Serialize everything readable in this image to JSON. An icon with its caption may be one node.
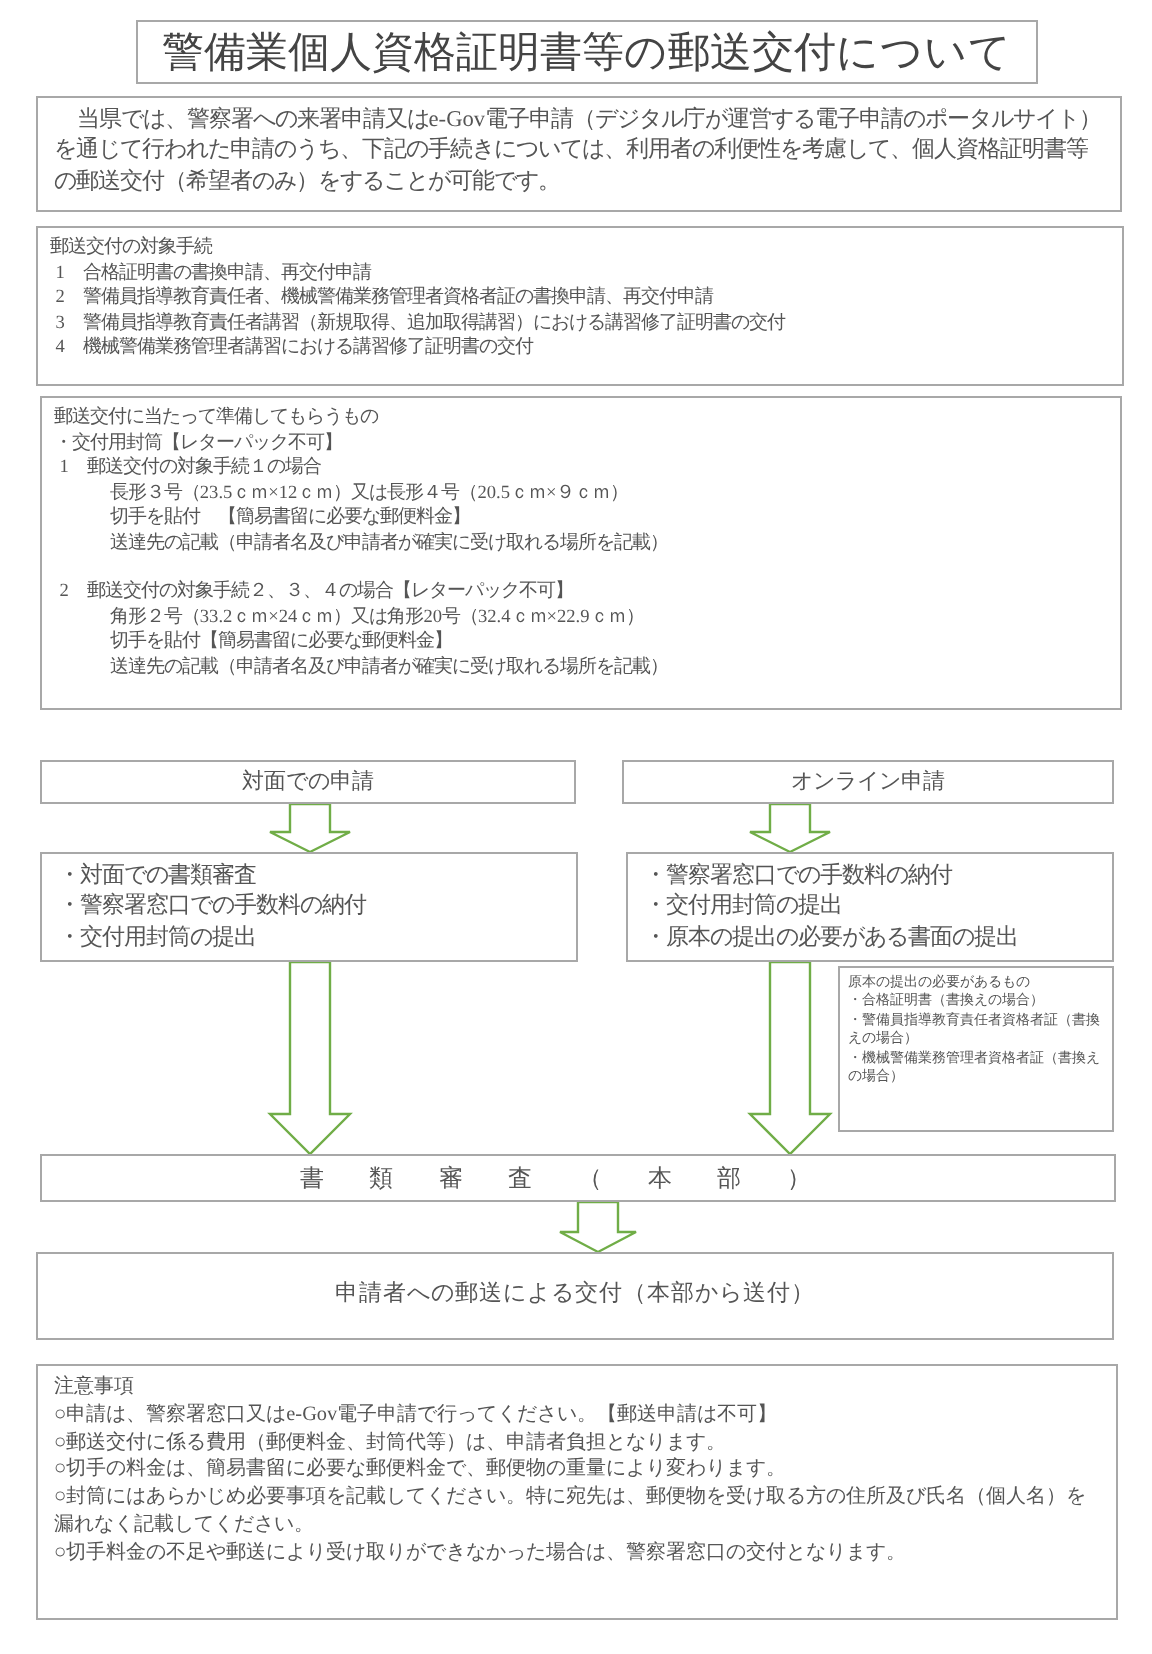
{
  "diagram": {
    "title": "警備業個人資格証明書等の郵送交付について",
    "nodes": [
      {
        "text": [
          "当県では、警察署への来署申請又はe-Gov電子申請（デジタル庁が運営する電子申請のポータルサイト）を通じて行われた申請のうち、下記の手続きについては、利用者の利便性を考慮して、個人資格証明書等の郵送交付（希望者のみ）をすることが可能です。"
        ]
      },
      {
        "text": [
          "郵送交付の対象手続",
          "1　合格証明書の書換申請、再交付申請",
          "2　警備員指導教育責任者、機械警備業務管理者資格者証の書換申請、再交付申請",
          "3　警備員指導教育責任者講習（新規取得、追加取得講習）における講習修了証明書の交付",
          "4　機械警備業務管理者講習における講習修了証明書の交付"
        ]
      },
      {
        "text": [
          "郵送交付に当たって準備してもらうもの",
          "・交付用封筒【レターパック不可】",
          "1　郵送交付の対象手続１の場合",
          "長形３号（23.5ｃｍ×12ｃｍ）又は長形４号（20.5ｃｍ×９ｃｍ）",
          "切手を貼付　【簡易書留に必要な郵便料金】",
          "送達先の記載（申請者名及び申請者が確実に受け取れる場所を記載）",
          "2　郵送交付の対象手続２、３、４の場合【レターパック不可】",
          "角形２号（33.2ｃｍ×24ｃｍ）又は角形20号（32.4ｃｍ×22.9ｃｍ）",
          "切手を貼付【簡易書留に必要な郵便料金】",
          "送達先の記載（申請者名及び申請者が確実に受け取れる場所を記載）"
        ]
      },
      {
        "text": [
          "対面での申請"
        ]
      },
      {
        "text": [
          "オンライン申請"
        ]
      },
      {
        "text": [
          "・対面での書類審査",
          "・警察署窓口での手数料の納付",
          "・交付用封筒の提出"
        ]
      },
      {
        "text": [
          "・警察署窓口での手数料の納付",
          "・交付用封筒の提出",
          "・原本の提出の必要がある書面の提出"
        ]
      },
      {
        "text": [
          "原本の提出の必要があるもの",
          "・合格証明書（書換えの場合）",
          "・警備員指導教育責任者資格者証（書換えの場合）",
          "・機械警備業務管理者資格者証（書換えの場合）"
        ]
      },
      {
        "text": [
          "書類審査（本部）"
        ]
      },
      {
        "text": [
          "申請者への郵送による交付（本部から送付）"
        ]
      },
      {
        "text": [
          "注意事項",
          "○申請は、警察署窓口又はe-Gov電子申請で行ってください。【郵送申請は不可】",
          "○郵送交付に係る費用（郵便料金、封筒代等）は、申請者負担となります。",
          "○切手の料金は、簡易書留に必要な郵便料金で、郵便物の重量により変わります。",
          "○封筒にはあらかじめ必要事項を記載してください。特に宛先は、郵便物を受け取る方の住所及び氏名（個人名）を漏れなく記載してください。",
          "○切手料金の不足や郵送により受け取りができなかった場合は、警察署窓口の交付となります。"
        ]
      }
    ],
    "edges": [
      {
        "from": 3,
        "to": 5,
        "arrow": "to"
      },
      {
        "from": 4,
        "to": 6,
        "arrow": "to"
      },
      {
        "from": 5,
        "to": 8,
        "arrow": "to"
      },
      {
        "from": 6,
        "to": 8,
        "arrow": "to"
      },
      {
        "from": 8,
        "to": 9,
        "arrow": "to"
      }
    ]
  }
}
